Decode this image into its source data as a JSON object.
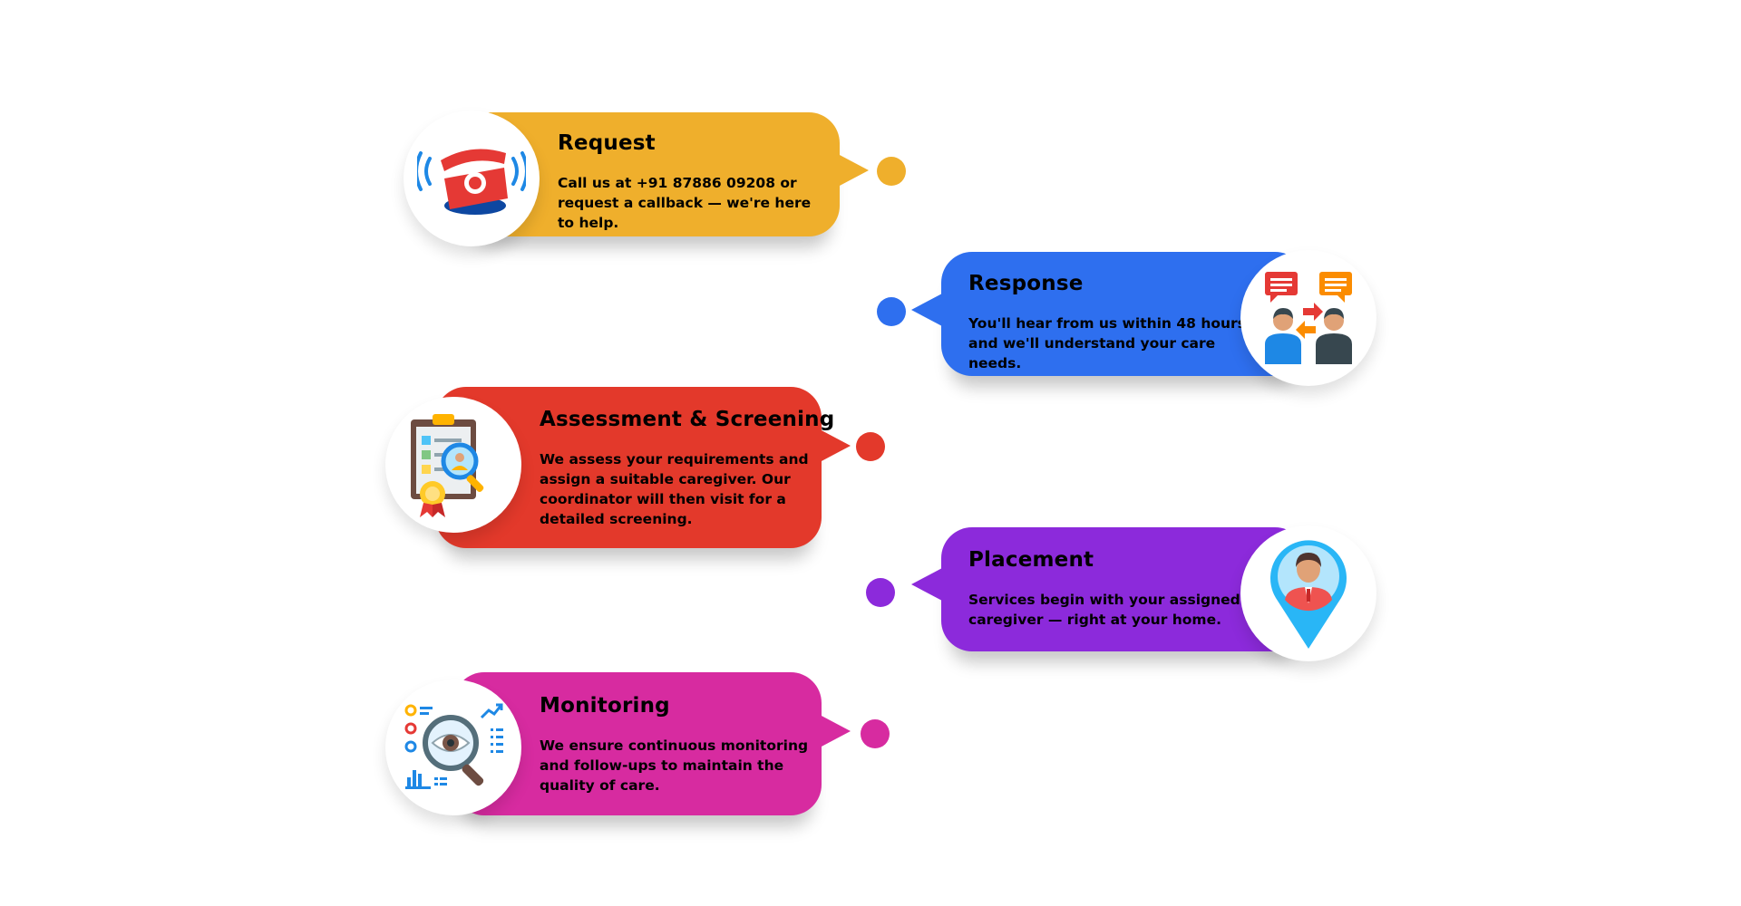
{
  "steps": [
    {
      "title": "Request",
      "description": "Call us at +91 87886 09208 or request a callback — we're here to help.",
      "color": "#EFAF2C",
      "icon": "telephone-icon"
    },
    {
      "title": "Response",
      "description": "You'll hear from us within 48 hours, and we'll understand your care needs.",
      "color": "#2E6FEF",
      "icon": "conversation-icon"
    },
    {
      "title": "Assessment & Screening",
      "description": "We assess your requirements and assign a suitable caregiver. Our coordinator will then visit for a detailed screening.",
      "color": "#E3392B",
      "icon": "clipboard-search-icon"
    },
    {
      "title": "Placement",
      "description": "Services begin with your assigned caregiver — right at your home.",
      "color": "#8C2ADB",
      "icon": "location-person-icon"
    },
    {
      "title": "Monitoring",
      "description": "We ensure continuous monitoring and follow-ups to maintain the quality of care.",
      "color": "#D72BA0",
      "icon": "analytics-magnifier-icon"
    }
  ]
}
